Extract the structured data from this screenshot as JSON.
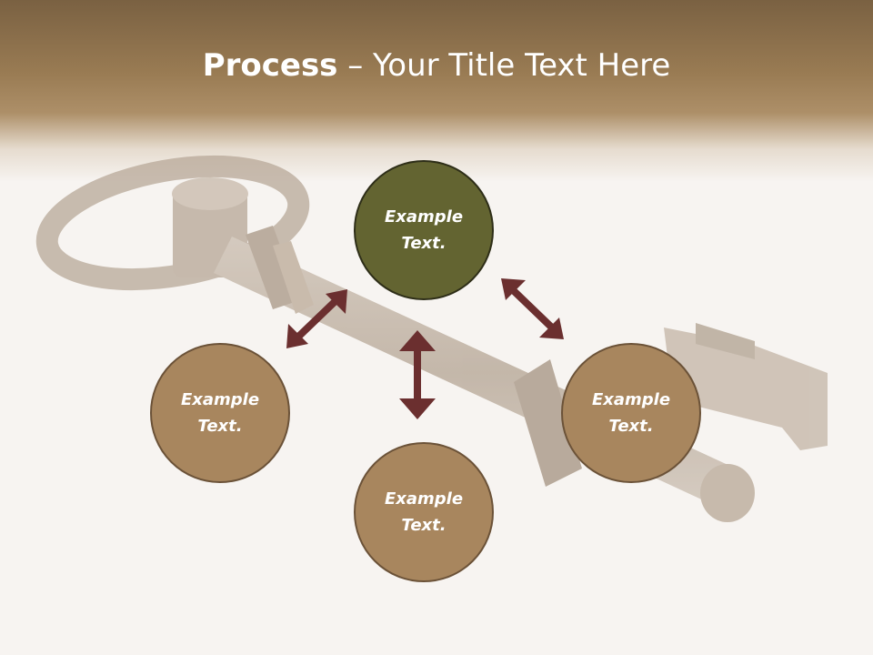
{
  "title": {
    "bold": "Process",
    "rest": " – Your Title Text Here"
  },
  "nodes": [
    {
      "id": "top",
      "label": "Example Text.",
      "color": "#636431"
    },
    {
      "id": "left",
      "label": "Example Text.",
      "color": "#a8865e"
    },
    {
      "id": "right",
      "label": "Example Text.",
      "color": "#a8865e"
    },
    {
      "id": "bottom",
      "label": "Example Text.",
      "color": "#a8865e"
    }
  ],
  "colors": {
    "arrow": "#6b2f2f",
    "header": "#997b53"
  },
  "icons": {
    "arrows": "double-headed-arrow-icon",
    "background": "antique-key-icon"
  }
}
